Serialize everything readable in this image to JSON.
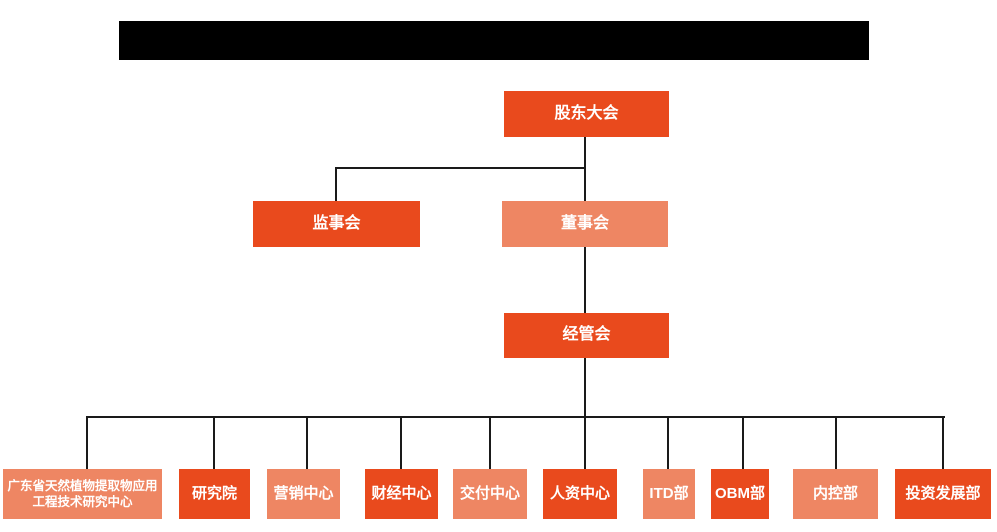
{
  "colors": {
    "dark_orange": "#E94A1D",
    "light_orange": "#EE8663",
    "connector": "#1A1A1A",
    "background": "#FFFFFF",
    "redacted_bar": "#000000",
    "box_text": "#FFFFFF"
  },
  "chart": {
    "type": "org-chart",
    "nodes": {
      "shareholders": {
        "label": "股东大会",
        "tone": "dark"
      },
      "supervisory": {
        "label": "监事会",
        "tone": "dark"
      },
      "board": {
        "label": "董事会",
        "tone": "light"
      },
      "management": {
        "label": "经管会",
        "tone": "dark"
      }
    },
    "departments": [
      {
        "label": "广东省天然植物提取物应用工程技术研究中心",
        "tone": "light"
      },
      {
        "label": "研究院",
        "tone": "dark"
      },
      {
        "label": "营销中心",
        "tone": "light"
      },
      {
        "label": "财经中心",
        "tone": "dark"
      },
      {
        "label": "交付中心",
        "tone": "light"
      },
      {
        "label": "人资中心",
        "tone": "dark"
      },
      {
        "label": "ITD部",
        "tone": "light"
      },
      {
        "label": "OBM部",
        "tone": "dark"
      },
      {
        "label": "内控部",
        "tone": "light"
      },
      {
        "label": "投资发展部",
        "tone": "dark"
      }
    ]
  }
}
